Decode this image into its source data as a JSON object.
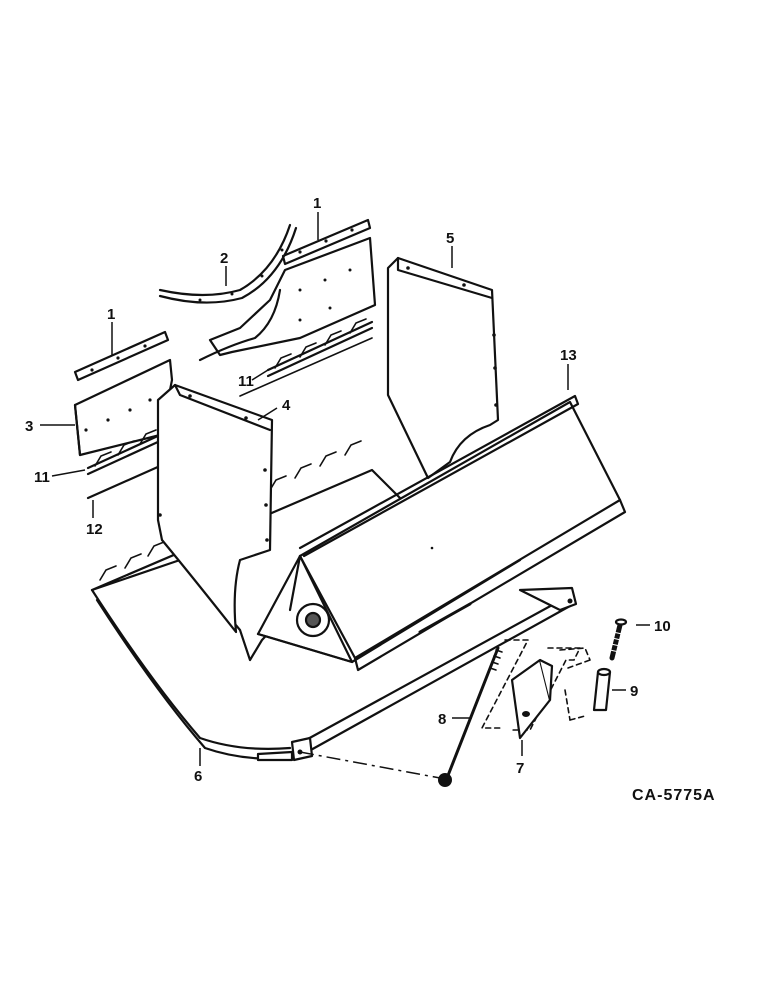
{
  "drawing_code": "CA-5775A",
  "callouts": [
    {
      "id": "c1a",
      "label": "1"
    },
    {
      "id": "c1b",
      "label": "1"
    },
    {
      "id": "c2",
      "label": "2"
    },
    {
      "id": "c3",
      "label": "3"
    },
    {
      "id": "c4",
      "label": "4"
    },
    {
      "id": "c5",
      "label": "5"
    },
    {
      "id": "c6",
      "label": "6"
    },
    {
      "id": "c7",
      "label": "7"
    },
    {
      "id": "c8",
      "label": "8"
    },
    {
      "id": "c9",
      "label": "9"
    },
    {
      "id": "c10",
      "label": "10"
    },
    {
      "id": "c11a",
      "label": "11"
    },
    {
      "id": "c11b",
      "label": "11"
    },
    {
      "id": "c12",
      "label": "12"
    },
    {
      "id": "c13",
      "label": "13"
    }
  ]
}
